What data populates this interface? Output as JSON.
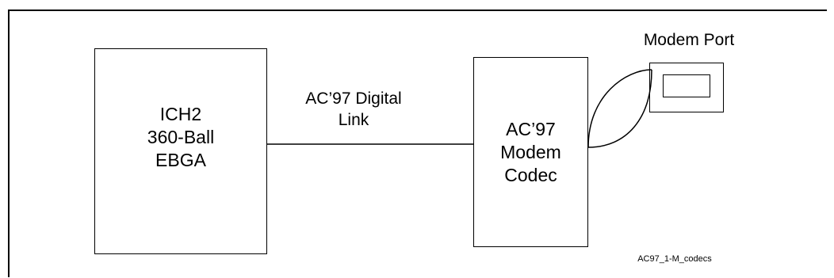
{
  "ich2_block": {
    "line1": "ICH2",
    "line2": "360-Ball",
    "line3": "EBGA"
  },
  "link": {
    "line1": "AC’97 Digital",
    "line2": "Link"
  },
  "codec_block": {
    "line1": "AC’97",
    "line2": "Modem",
    "line3": "Codec"
  },
  "modem_port": {
    "label": "Modem Port"
  },
  "figure_id": "AC97_1-M_codecs"
}
